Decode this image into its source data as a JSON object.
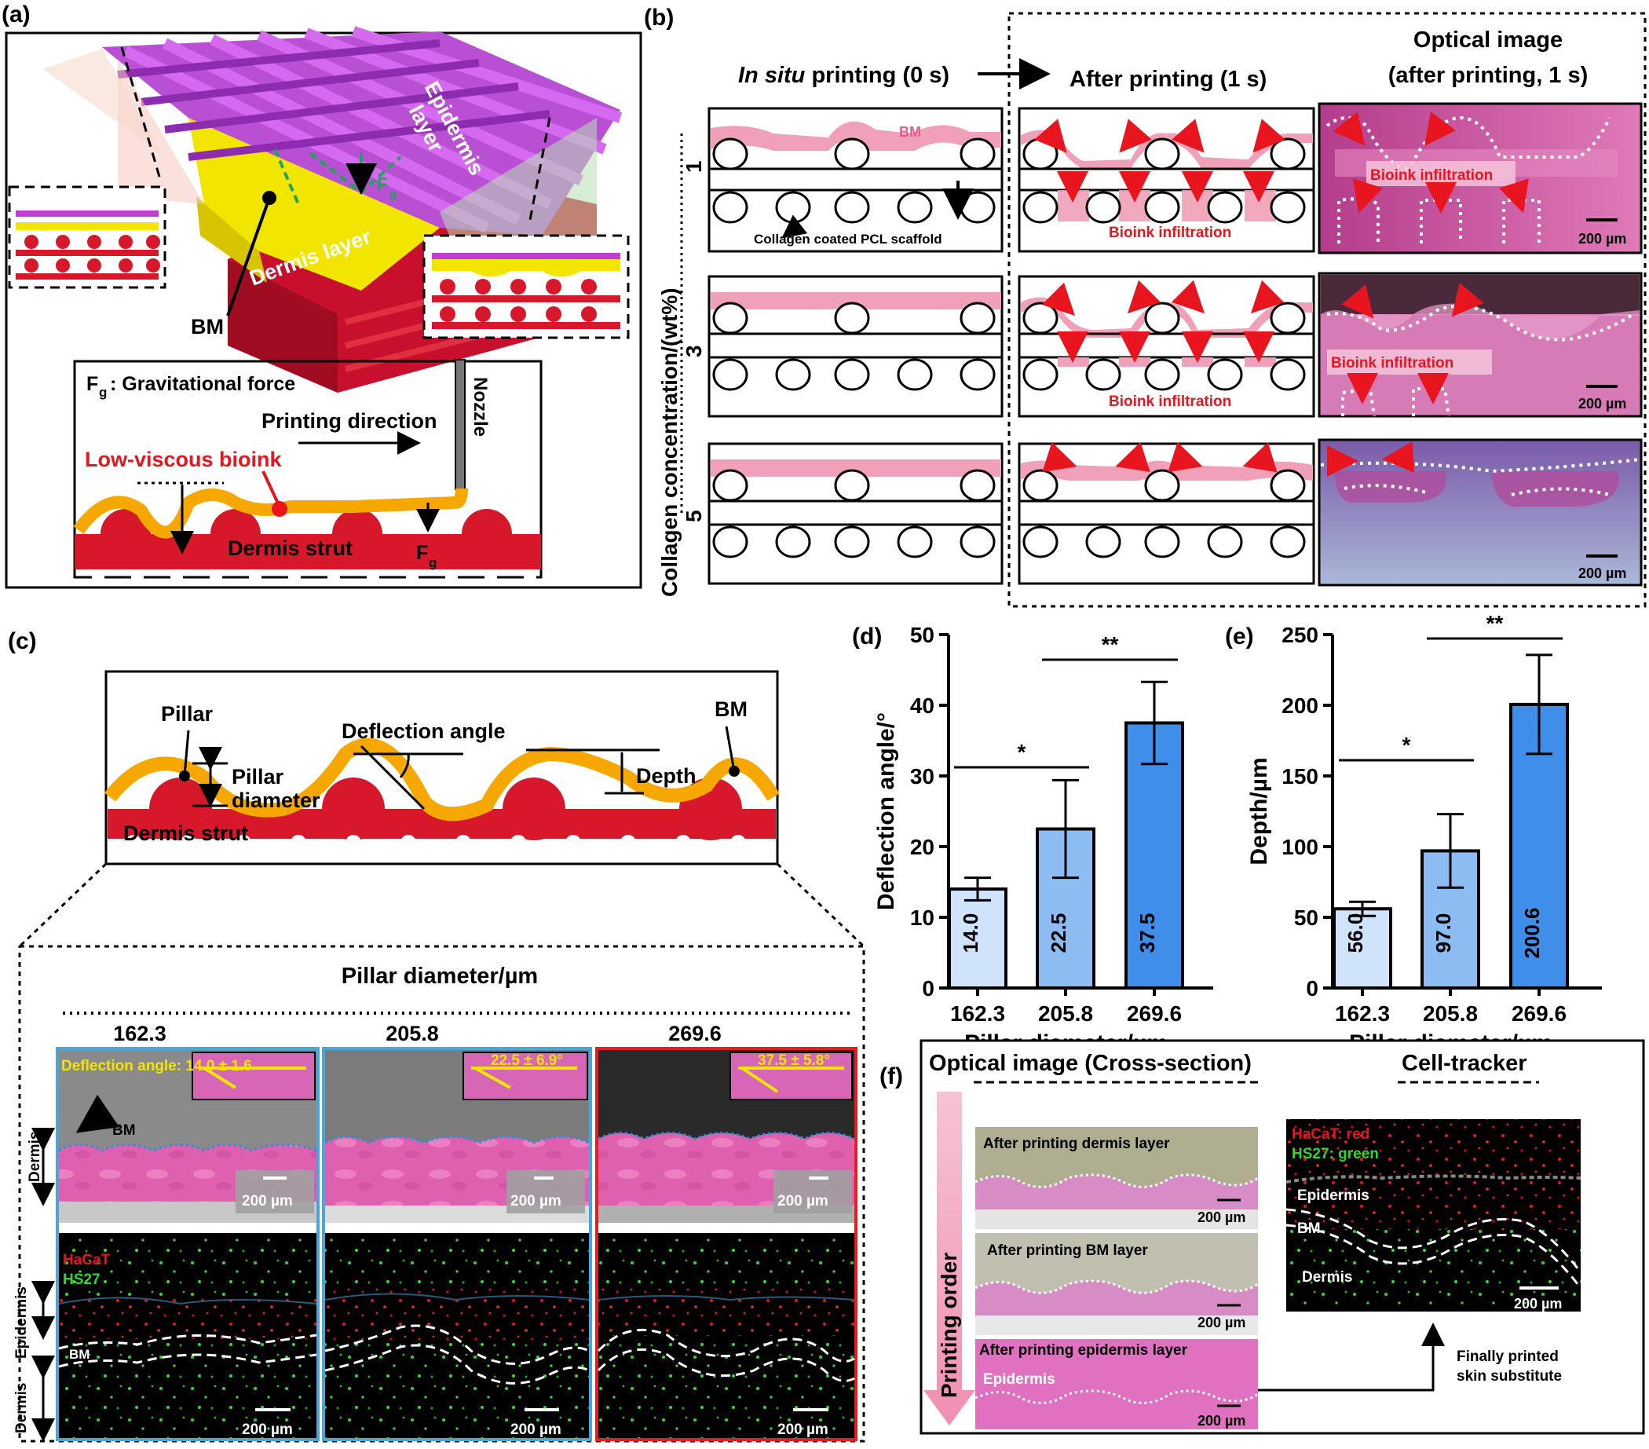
{
  "panel_labels": {
    "a": "(a)",
    "b": "(b)",
    "c": "(c)",
    "d": "(d)",
    "e": "(e)",
    "f": "(f)"
  },
  "panel_a": {
    "epidermis_label": [
      "Epidermis",
      "layer"
    ],
    "dermis_label": "Dermis layer",
    "bm_label": "BM",
    "fg_symbol": "F",
    "fg_sub": "g",
    "legend_fg": "F",
    "legend_fg_sub": "g",
    "legend_fg_text": ": Gravitational force",
    "printing_direction": "Printing direction",
    "nozzle": "Nozzle",
    "low_viscous_bioink": "Low-viscous bioink",
    "dermis_strut": "Dermis strut",
    "fg_bottom": "F",
    "fg_bottom_sub": "g"
  },
  "panel_b": {
    "header_insitu_italic": "In situ",
    "header_insitu_rest": " printing (0 s)",
    "header_after": "After printing (1 s)",
    "header_optical": [
      "Optical image",
      "(after printing, 1 s)"
    ],
    "y_axis_title": "Collagen concentration/(wt%)",
    "rows": [
      "1",
      "3",
      "5"
    ],
    "bm": "BM",
    "collagen_scaffold": "Collagen coated PCL scaffold",
    "bioink_infiltration": "Bioink infiltration",
    "scalebar": "200 µm"
  },
  "panel_c": {
    "pillar": "Pillar",
    "pillar_diameter": [
      "Pillar",
      "diameter"
    ],
    "deflection_angle": "Deflection angle",
    "depth": "Depth",
    "bm": "BM",
    "dermis_strut": "Dermis strut",
    "zoom_title": "Pillar diameter/µm",
    "columns": [
      "162.3",
      "205.8",
      "269.6"
    ],
    "insets": [
      "Deflection angle: 14.0 ± 1.6",
      "22.5 ± 6.9°",
      "37.5 ± 5.8°"
    ],
    "bm_arrow": "BM",
    "dermis": "Dermis",
    "epidermis": "Epidermis",
    "haCaT": "HaCaT",
    "hs27": "HS27",
    "scalebar": "200 µm"
  },
  "colors": {
    "bm_orange": "#f6a800",
    "dermis_red": "#d7182a",
    "epidermis_magenta": "#c33bd6",
    "bm_yellow": "#f2e600",
    "bm_pink": "#f0a0b8",
    "arrow_red": "#e8141e",
    "bar_light": "#cfe3fb",
    "bar_mid": "#8cbcf2",
    "bar_dark": "#3f8fea",
    "frame_blue": "#4aa6d8",
    "frame_red": "#e41e1e"
  },
  "chart_data": [
    {
      "type": "bar",
      "panel": "d",
      "categories": [
        "162.3",
        "205.8",
        "269.6"
      ],
      "values": [
        14.0,
        22.5,
        37.5
      ],
      "errors": [
        1.6,
        6.9,
        5.8
      ],
      "value_labels": [
        "14.0",
        "22.5",
        "37.5"
      ],
      "xlabel": "Pillar diameter/µm",
      "ylabel": "Deflection angle/°",
      "ylim": [
        0,
        50
      ],
      "yticks": [
        "0",
        "10",
        "20",
        "30",
        "40",
        "50"
      ],
      "significance": [
        {
          "pair": [
            "162.3",
            "205.8"
          ],
          "label": "*"
        },
        {
          "pair": [
            "205.8",
            "269.6"
          ],
          "label": "**"
        }
      ]
    },
    {
      "type": "bar",
      "panel": "e",
      "categories": [
        "162.3",
        "205.8",
        "269.6"
      ],
      "values": [
        56.0,
        97.0,
        200.6
      ],
      "errors": [
        5,
        26,
        35
      ],
      "value_labels": [
        "56.0",
        "97.0",
        "200.6"
      ],
      "xlabel": "Pillar diameter/µm",
      "ylabel": "Depth/µm",
      "ylim": [
        0,
        250
      ],
      "yticks": [
        "0",
        "50",
        "100",
        "150",
        "200",
        "250"
      ],
      "significance": [
        {
          "pair": [
            "162.3",
            "205.8"
          ],
          "label": "*"
        },
        {
          "pair": [
            "205.8",
            "269.6"
          ],
          "label": "**"
        }
      ]
    }
  ],
  "panel_f": {
    "optical_title": "Optical image (Cross-section)",
    "cell_tracker_title": "Cell-tracker",
    "printing_order": "Printing order",
    "step1": "After printing dermis layer",
    "step2": "After printing BM layer",
    "step3": "After printing epidermis layer",
    "epidermis_in_img": "Epidermis",
    "haCaT_red": "HaCaT: red",
    "hs27_green": "HS27: green",
    "epidermis": "Epidermis",
    "bm": "BM",
    "dermis": "Dermis",
    "finally": [
      "Finally printed",
      "skin substitute"
    ],
    "scalebar": "200 µm"
  }
}
